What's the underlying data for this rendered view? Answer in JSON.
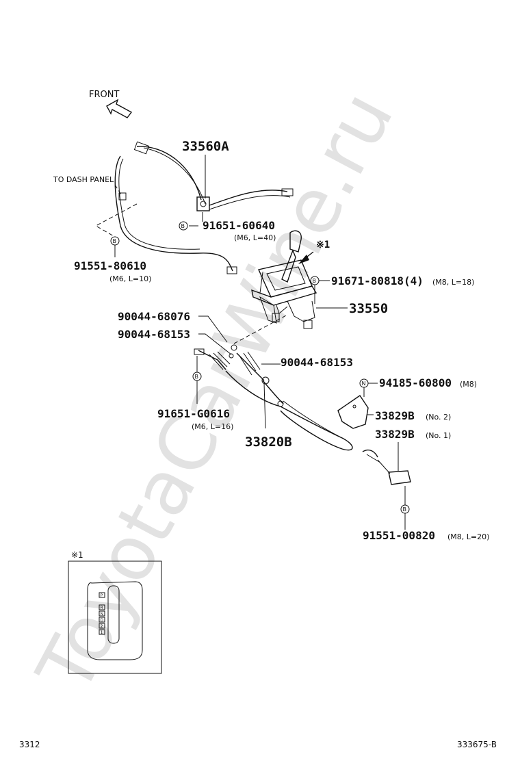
{
  "watermark": "ToyotaCarWine.ru",
  "orientation": {
    "front_label": "FRONT",
    "dash_label": "TO DASH PANEL"
  },
  "callouts": {
    "p33560A": "33560A",
    "p91651_60640": "91651-60640",
    "p91651_60640_spec": "(M6, L=40)",
    "p91551_80610": "91551-80610",
    "p91551_80610_spec": "(M6, L=10)",
    "ref1": "※1",
    "p91671": "91671-80818(4)",
    "p91671_spec": "(M8, L=18)",
    "p33550": "33550",
    "p90044_68076": "90044-68076",
    "p90044_68153a": "90044-68153",
    "p90044_68153b": "90044-68153",
    "p94185": "94185-60800",
    "p94185_spec": "(M8)",
    "p91651_G0616": "91651-G0616",
    "p91651_G0616_spec": "(M6, L=16)",
    "p33829B_2": "33829B",
    "p33829B_2_spec": "(No. 2)",
    "p33829B_1": "33829B",
    "p33829B_1_spec": "(No. 1)",
    "p33820B": "33820B",
    "p91551_00820": "91551-00820",
    "p91551_00820_spec": "(M8, L=20)"
  },
  "symbols": {
    "bolt": "B",
    "nut": "N"
  },
  "inset": {
    "label": "※1",
    "gates": [
      "P",
      "R",
      "N",
      "D",
      "2",
      "1"
    ]
  },
  "footer": {
    "page": "3312",
    "figure": "333675-B"
  }
}
